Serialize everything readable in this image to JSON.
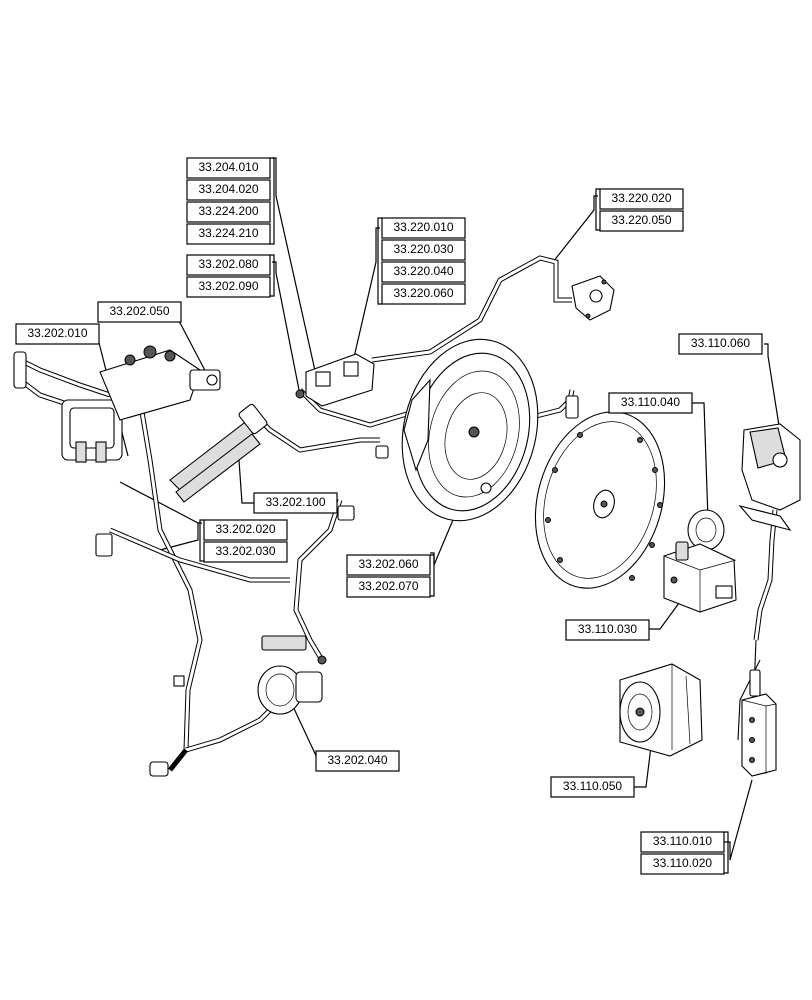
{
  "callouts": {
    "g1": [
      "33.204.010",
      "33.204.020",
      "33.224.200",
      "33.224.210"
    ],
    "g2": [
      "33.202.080",
      "33.202.090"
    ],
    "g3": [
      "33.220.010",
      "33.220.030",
      "33.220.040",
      "33.220.060"
    ],
    "g4": [
      "33.220.020",
      "33.220.050"
    ],
    "g5": [
      "33.202.050"
    ],
    "g6": [
      "33.202.010"
    ],
    "g7": [
      "33.202.100"
    ],
    "g8": [
      "33.202.020",
      "33.202.030"
    ],
    "g9": [
      "33.202.060",
      "33.202.070"
    ],
    "g10": [
      "33.202.040"
    ],
    "g11": [
      "33.110.060"
    ],
    "g12": [
      "33.110.040"
    ],
    "g13": [
      "33.110.030"
    ],
    "g14": [
      "33.110.050"
    ],
    "g15": [
      "33.110.010",
      "33.110.020"
    ]
  },
  "colors": {
    "ink": "#000000",
    "paper": "#ffffff",
    "shade": "#dddddd"
  }
}
